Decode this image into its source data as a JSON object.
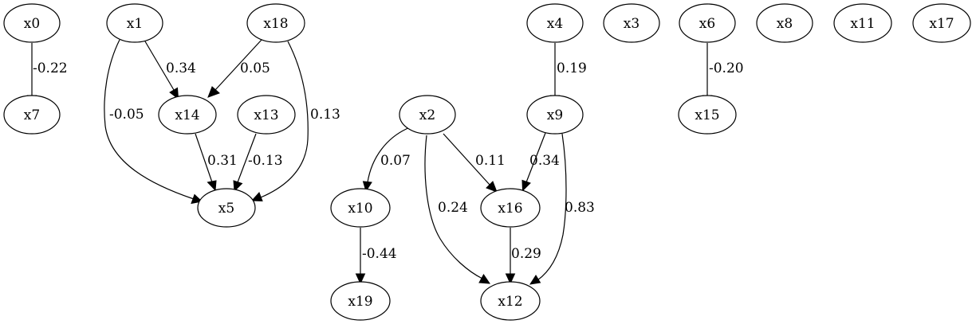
{
  "nodes": {
    "x0": "x0",
    "x1": "x1",
    "x18": "x18",
    "x4": "x4",
    "x3": "x3",
    "x6": "x6",
    "x8": "x8",
    "x11": "x11",
    "x17": "x17",
    "x7": "x7",
    "x14": "x14",
    "x13": "x13",
    "x2": "x2",
    "x9": "x9",
    "x15": "x15",
    "x5": "x5",
    "x10": "x10",
    "x16": "x16",
    "x19": "x19",
    "x12": "x12"
  },
  "edges": {
    "x0_x7": "-0.22",
    "x1_x14": "0.34",
    "x1_x5": "-0.05",
    "x18_x14": "0.05",
    "x18_x5": "0.13",
    "x14_x5": "0.31",
    "x13_x5": "-0.13",
    "x4_x9": "0.19",
    "x6_x15": "-0.20",
    "x2_x10": "0.07",
    "x2_x16": "0.11",
    "x2_x12": "0.24",
    "x9_x16": "0.34",
    "x9_x12": "0.83",
    "x10_x19": "-0.44",
    "x16_x12": "0.29"
  }
}
